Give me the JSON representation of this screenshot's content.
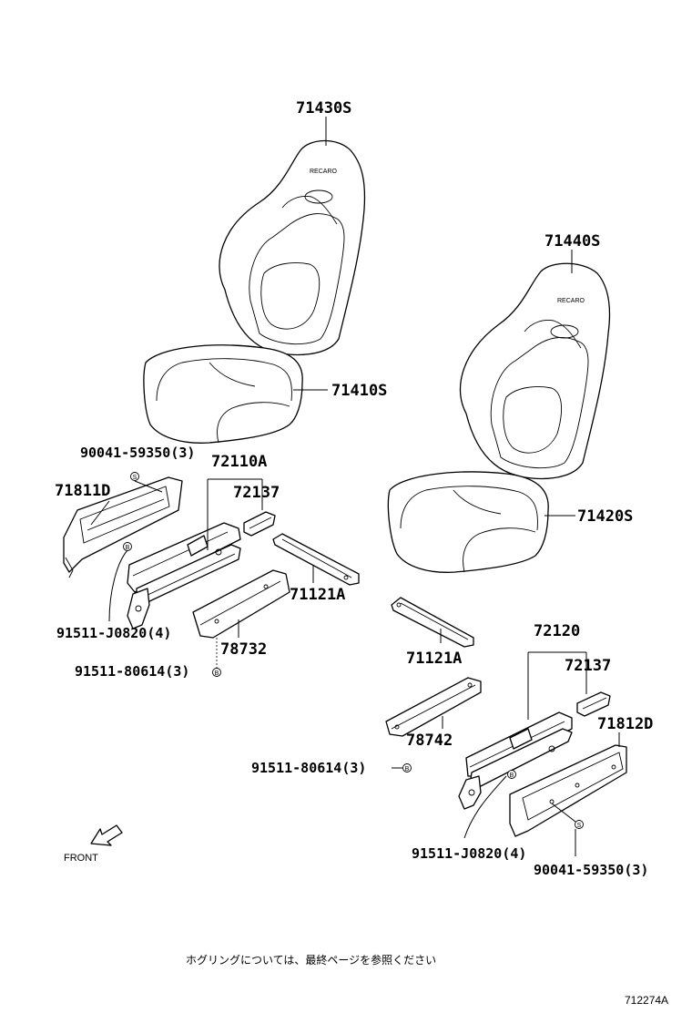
{
  "parts": {
    "seat_back_left": "71430S",
    "seat_back_right": "71440S",
    "cushion_left": "71410S",
    "cushion_right": "71420S",
    "adjuster_left": "72110A",
    "adjuster_right": "72120",
    "cover_left_1": "72137",
    "cover_right_1": "72137",
    "bracket_left": "71121A",
    "bracket_right": "71121A",
    "shield_left": "71811D",
    "shield_right": "71812D",
    "leg_left": "78732",
    "leg_right": "78742",
    "screw_left": "90041-59350(3)",
    "screw_right": "90041-59350(3)",
    "bolt_left_a": "91511-J0820(4)",
    "bolt_right_a": "91511-J0820(4)",
    "bolt_left_b": "91511-80614(3)",
    "bolt_right_b": "91511-80614(3)"
  },
  "brand_text": "RECARO",
  "symbol_s": "S",
  "symbol_b": "B",
  "front_label": "FRONT",
  "note": "ホグリングについては、最終ページを参照ください",
  "diagram_code": "712274A"
}
